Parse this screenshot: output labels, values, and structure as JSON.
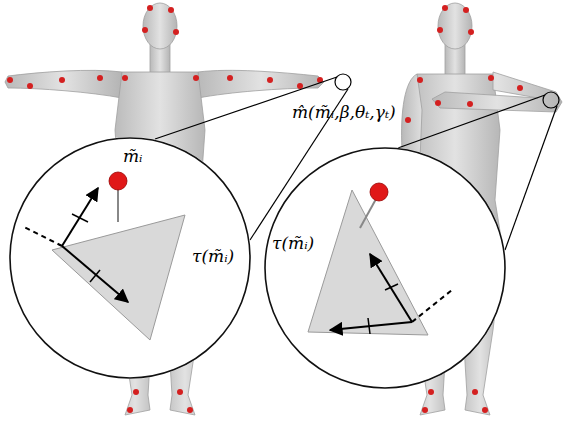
{
  "diagram": {
    "nodes": [
      {
        "text": [
          "m̃ᵢ",
          "τ(m̃ᵢ)"
        ]
      },
      {
        "text": [
          "m̂(m̃ᵢ,β,θₜ,γₜ)",
          "τ(m̃ᵢ)"
        ]
      }
    ]
  }
}
